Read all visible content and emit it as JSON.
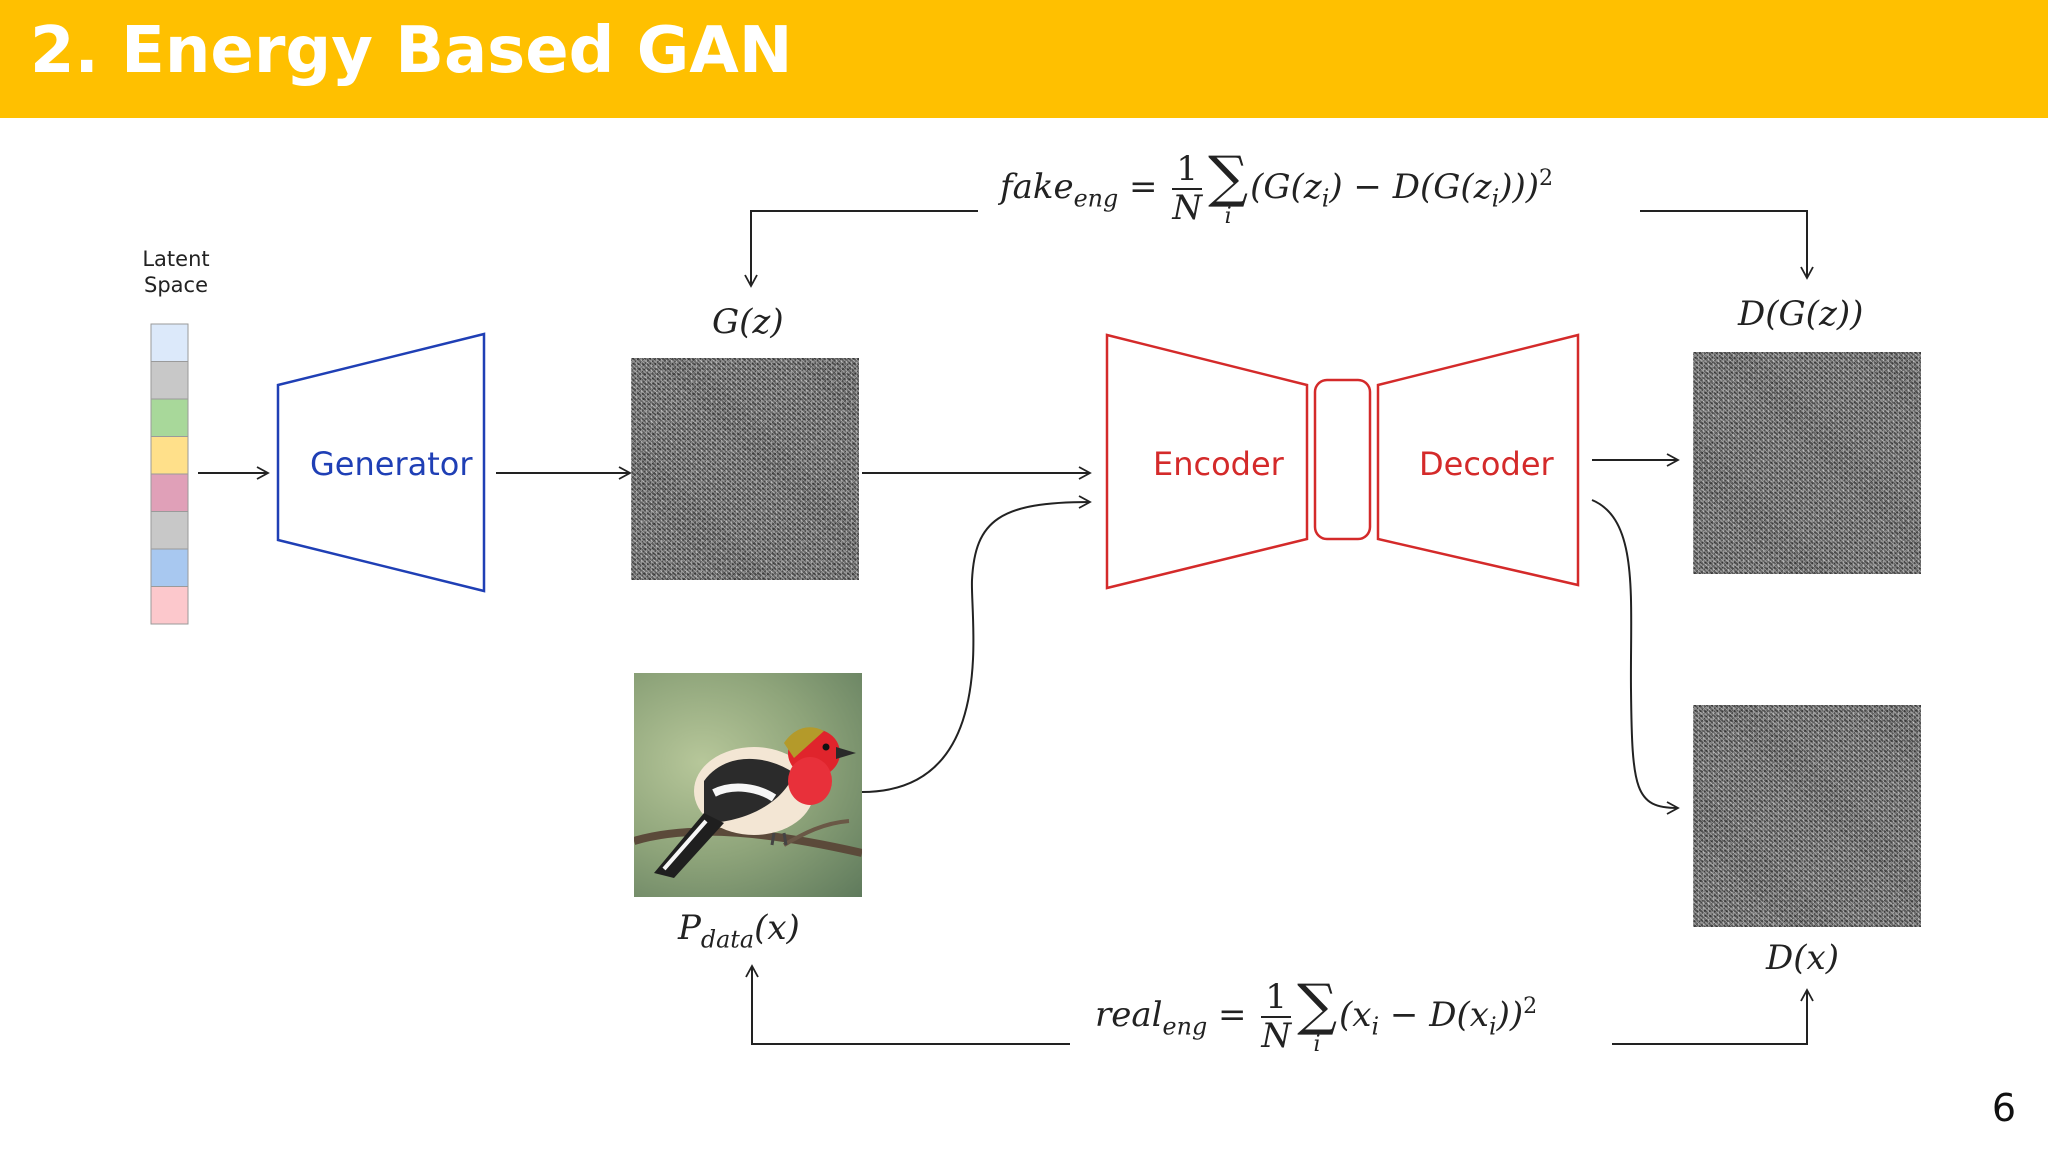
{
  "header": {
    "title": "2. Energy Based GAN",
    "page_number": "6"
  },
  "latent_space": {
    "label_line1": "Latent",
    "label_line2": "Space",
    "cells": [
      "#DCE9FA",
      "#C8C8C8",
      "#A8D89A",
      "#FFE08A",
      "#E0A0B8",
      "#C8C8C8",
      "#A8C8F0",
      "#FCC8CC"
    ]
  },
  "nodes": {
    "generator": "Generator",
    "encoder": "Encoder",
    "decoder": "Decoder"
  },
  "image_labels": {
    "gz_func": "G",
    "gz_arg": "(z)",
    "dgz": "D(G(z))",
    "pdata_main": "P",
    "pdata_sub": "data",
    "pdata_arg": "(x)",
    "dx": "D(x)"
  },
  "formulas": {
    "fake": {
      "lhs": "fake",
      "lhs_sub": "eng",
      "eq": "=",
      "num": "1",
      "den": "N",
      "sigma": "∑",
      "sigma_idx": "i",
      "body": "(G(z",
      "body_sub": "i",
      "body_mid": ") − D(G(z",
      "body_sub2": "i",
      "body_end": ")))",
      "power": "2"
    },
    "real": {
      "lhs": "real",
      "lhs_sub": "eng",
      "eq": "=",
      "num": "1",
      "den": "N",
      "sigma": "∑",
      "sigma_idx": "i",
      "body": "(x",
      "body_sub": "i",
      "body_mid": " − D(x",
      "body_sub2": "i",
      "body_end": "))",
      "power": "2"
    }
  },
  "colors": {
    "title_bar": "#FFC000",
    "generator": "#1F3FB5",
    "autoencoder": "#D42A2A",
    "arrows": "#222222"
  }
}
